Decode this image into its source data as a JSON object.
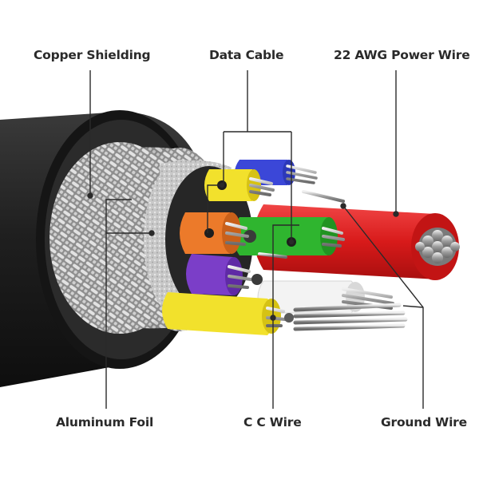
{
  "labels": {
    "copper_shielding": "Copper Shielding",
    "data_cable": "Data Cable",
    "power_wire": "22 AWG Power Wire",
    "aluminum_foil": "Aluminum Foil",
    "cc_wire": "C C Wire",
    "ground_wire": "Ground Wire"
  },
  "colors": {
    "jacket": "#1e1e1e",
    "braid": "#b9b9b9",
    "foil": "#cfcfcf",
    "red_wire": "#e01e1e",
    "green_wire": "#2fb52f",
    "orange_wire": "#ec7a2a",
    "purple_wire": "#7b3ec8",
    "yellow_wire": "#f2e12c",
    "blue_wire": "#3b47d8",
    "white_wire": "#f2f2f2",
    "copper_strand": "#b8b8b8",
    "leader_line": "#2a2a2a"
  }
}
